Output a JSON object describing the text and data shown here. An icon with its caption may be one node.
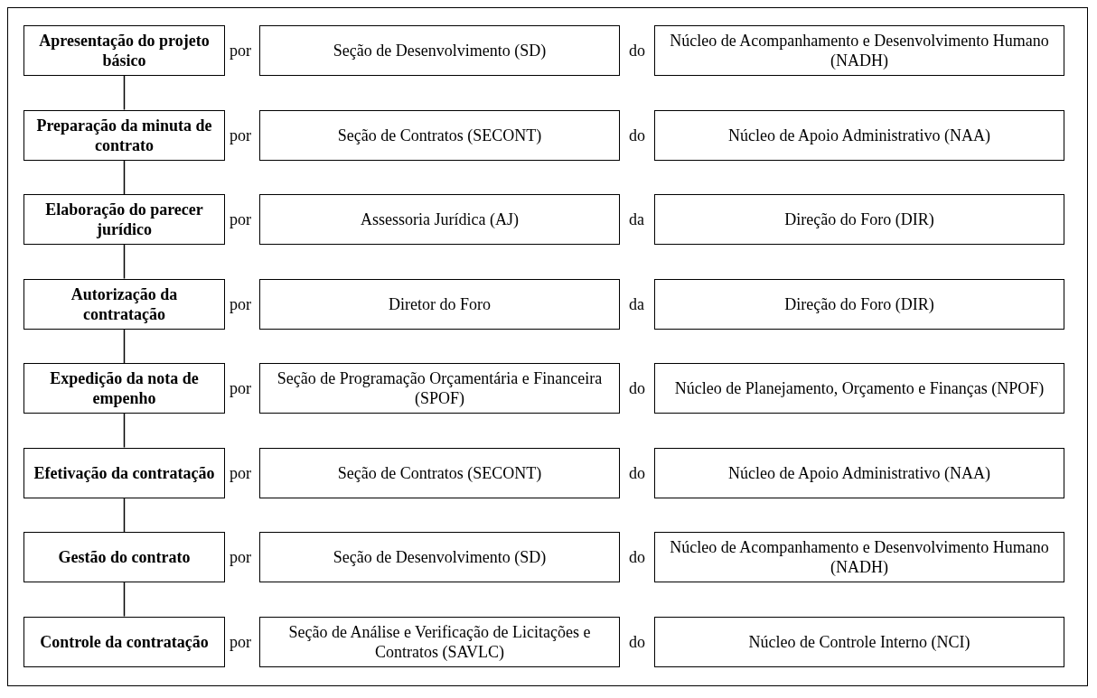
{
  "diagram": {
    "nodes": [
      {
        "text": [
          "Apresentação do projeto básico"
        ]
      },
      {
        "text": [
          "Seção de Desenvolvimento (SD)"
        ]
      },
      {
        "text": [
          "Núcleo de Acompanhamento e Desenvolvimento Humano (NADH)"
        ]
      },
      {
        "text": [
          "Preparação da minuta de contrato"
        ]
      },
      {
        "text": [
          "Seção de Contratos (SECONT)"
        ]
      },
      {
        "text": [
          "Núcleo de Apoio Administrativo (NAA)"
        ]
      },
      {
        "text": [
          "Elaboração do parecer jurídico"
        ]
      },
      {
        "text": [
          "Assessoria Jurídica (AJ)"
        ]
      },
      {
        "text": [
          "Direção do Foro (DIR)"
        ]
      },
      {
        "text": [
          "Autorização da contratação"
        ]
      },
      {
        "text": [
          "Diretor do Foro"
        ]
      },
      {
        "text": [
          "Direção do Foro (DIR)"
        ]
      },
      {
        "text": [
          "Expedição da nota de empenho"
        ]
      },
      {
        "text": [
          "Seção de Programação Orçamentária e Financeira (SPOF)"
        ]
      },
      {
        "text": [
          "Núcleo de Planejamento, Orçamento e Finanças (NPOF)"
        ]
      },
      {
        "text": [
          "Efetivação da contratação"
        ]
      },
      {
        "text": [
          "Seção de Contratos (SECONT)"
        ]
      },
      {
        "text": [
          "Núcleo de Apoio Administrativo (NAA)"
        ]
      },
      {
        "text": [
          "Gestão do contrato"
        ]
      },
      {
        "text": [
          "Seção de Desenvolvimento (SD)"
        ]
      },
      {
        "text": [
          "Núcleo de Acompanhamento e Desenvolvimento Humano (NADH)"
        ]
      },
      {
        "text": [
          "Controle da contratação"
        ]
      },
      {
        "text": [
          "Seção de Análise e Verificação de Licitações e Contratos (SAVLC)"
        ]
      },
      {
        "text": [
          "Núcleo de Controle Interno (NCI)"
        ]
      }
    ],
    "edges": [
      {
        "from": 0,
        "to": 3,
        "arrow": "none"
      },
      {
        "from": 3,
        "to": 6,
        "arrow": "none"
      },
      {
        "from": 6,
        "to": 9,
        "arrow": "none"
      },
      {
        "from": 9,
        "to": 12,
        "arrow": "none"
      },
      {
        "from": 12,
        "to": 15,
        "arrow": "none"
      },
      {
        "from": 15,
        "to": 18,
        "arrow": "none"
      },
      {
        "from": 18,
        "to": 21,
        "arrow": "none"
      }
    ],
    "labels": [
      "por",
      "do",
      "por",
      "do",
      "por",
      "da",
      "por",
      "da",
      "por",
      "do",
      "por",
      "do",
      "por",
      "do",
      "por",
      "do"
    ]
  }
}
